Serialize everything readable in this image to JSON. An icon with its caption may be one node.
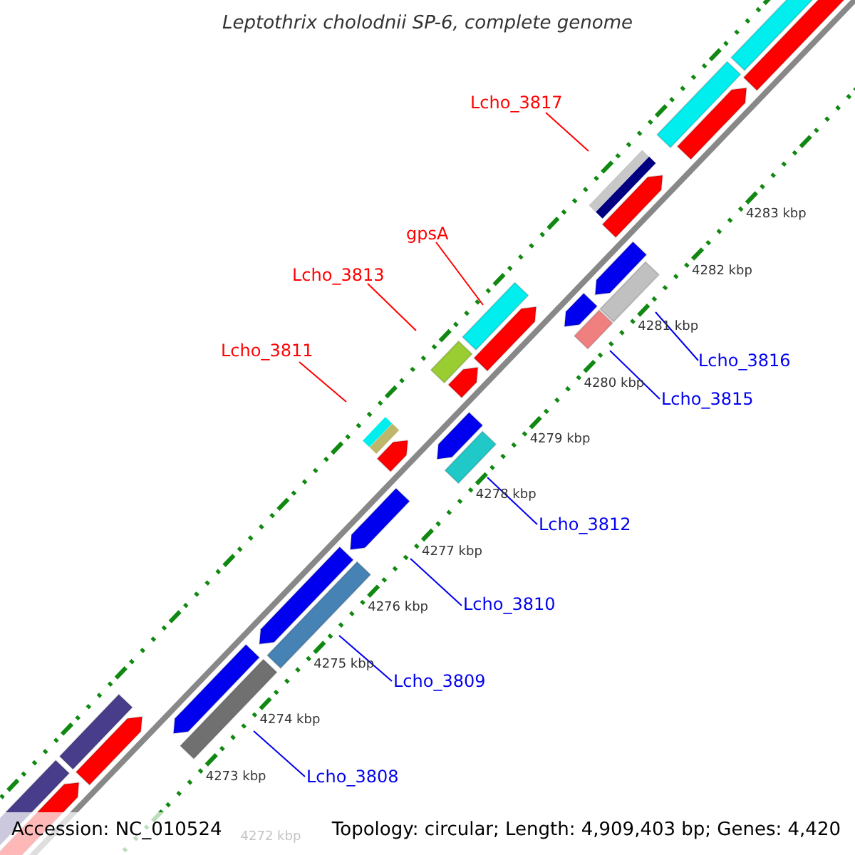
{
  "diagram": {
    "title": "Leptothrix cholodnii SP-6, complete genome",
    "nodes": [
      {
        "text": [
          "Lcho_3817"
        ]
      },
      {
        "text": [],
        "shape": "bar"
      },
      {
        "text": [
          "gpsA"
        ]
      },
      {
        "text": [],
        "shape": "bar"
      },
      {
        "text": [
          "Lcho_3813"
        ]
      },
      {
        "text": [],
        "shape": "bar"
      },
      {
        "text": [
          "Lcho_3811"
        ]
      },
      {
        "text": [],
        "shape": "bar"
      },
      {
        "text": [
          "Lcho_3816"
        ]
      },
      {
        "text": [],
        "shape": "bar"
      },
      {
        "text": [
          "Lcho_3815"
        ]
      },
      {
        "text": [],
        "shape": "bar"
      },
      {
        "text": [
          "Lcho_3812"
        ]
      },
      {
        "text": [],
        "shape": "bar"
      },
      {
        "text": [
          "Lcho_3810"
        ]
      },
      {
        "text": [],
        "shape": "bar"
      },
      {
        "text": [
          "Lcho_3809"
        ]
      },
      {
        "text": [],
        "shape": "bar"
      },
      {
        "text": [
          "Lcho_3808"
        ]
      },
      {
        "text": [],
        "shape": "bar"
      }
    ],
    "edges": [
      {
        "from": 0,
        "to": 1,
        "arrow": "none",
        "color": "#ff0000"
      },
      {
        "from": 2,
        "to": 3,
        "arrow": "none",
        "color": "#ff0000"
      },
      {
        "from": 4,
        "to": 5,
        "arrow": "none",
        "color": "#ff0000"
      },
      {
        "from": 6,
        "to": 7,
        "arrow": "none",
        "color": "#ff0000"
      },
      {
        "from": 8,
        "to": 9,
        "arrow": "none"
      },
      {
        "from": 10,
        "to": 11,
        "arrow": "none"
      },
      {
        "from": 12,
        "to": 13,
        "arrow": "none"
      },
      {
        "from": 14,
        "to": 15,
        "arrow": "none"
      },
      {
        "from": 16,
        "to": 17,
        "arrow": "none"
      },
      {
        "from": 18,
        "to": 19,
        "arrow": "none"
      }
    ],
    "labels": [
      "4283 kbp",
      "4282 kbp",
      "4281 kbp",
      "4280 kbp",
      "4279 kbp",
      "4278 kbp",
      "4277 kbp",
      "4276 kbp",
      "4275 kbp",
      "4274 kbp",
      "4273 kbp",
      "4272 kbp",
      "Accession: NC_010524",
      "Topology: circular; Length: 4,909,403 bp; Genes: 4,420"
    ]
  }
}
